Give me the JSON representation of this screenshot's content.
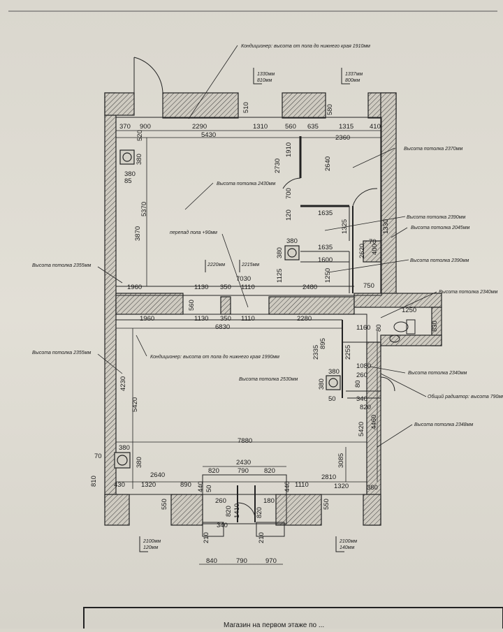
{
  "notes": {
    "ac_top": "Кондиционер: высота от пола до нижнего края 1910мм",
    "ac_mid": "Кондиционер: высота от пола до нижнего края 1990мм",
    "ceil_2370": "Высота потолка 2370мм",
    "ceil_2430": "Высота потолка 2430мм",
    "ceil_2390a": "Высота потолка 2390мм",
    "ceil_2045": "Высота потолка 2045мм",
    "ceil_2390b": "Высота потолка 2390мм",
    "ceil_2355a": "Высота потолка 2355мм",
    "ceil_2340a": "Высота потолка 2340мм",
    "ceil_2355b": "Высота потолка 2355мм",
    "ceil_2530": "Высота потолка 2530мм",
    "ceil_2340b": "Высота потолка 2340мм",
    "radiator": "Общий радиатор: высота 790мм",
    "ceil_2348": "Высота потолка 2348мм",
    "floor_step": "перепад пола +90мм",
    "title_block": "Магазин на первом этаже по ..."
  },
  "windows": {
    "w1": [
      "1330мм",
      "810мм"
    ],
    "w2": [
      "1337мм",
      "800мм"
    ],
    "w3": [
      "2220мм"
    ],
    "w4": [
      "2215мм"
    ],
    "w5": [
      "2100мм",
      "120мм"
    ],
    "w6": [
      "2100мм",
      "140мм"
    ]
  },
  "dims": {
    "d370": "370",
    "d900": "900",
    "d2290": "2290",
    "d510": "510",
    "d1310": "1310",
    "d580": "580",
    "d560a": "560",
    "d635": "635",
    "d1315": "1315",
    "d410": "410",
    "d5430": "5430",
    "d2360": "2360",
    "d520": "520",
    "d380a": "380",
    "d380b": "380",
    "d85": "85",
    "d5370": "5370",
    "d3870": "3870",
    "d1910": "1910",
    "d2730": "2730",
    "d2640": "2640",
    "d700": "700",
    "d120a": "120",
    "d1635a": "1635",
    "d1325": "1325",
    "d1330": "1330",
    "d380c": "380",
    "d380d": "380",
    "d1635b": "1635",
    "d2620": "2620",
    "d70a": "70",
    "d400": "400",
    "d1600": "1600",
    "d1125": "1125",
    "d1250": "1250",
    "d7030": "7030",
    "d1960a": "1960",
    "d1130a": "1130",
    "d350a": "350",
    "d1110a": "1110",
    "d2480": "2480",
    "d750": "750",
    "d560b": "560",
    "d1250b": "1250",
    "d1960b": "1960",
    "d1130b": "1130",
    "d350b": "350",
    "d1110b": "1110",
    "d2280": "2280",
    "d6830": "6830",
    "d1160": "1160",
    "d830": "830",
    "d80a": "80",
    "d2335": "2335",
    "d895": "895",
    "d2255": "2255",
    "d1080": "1080",
    "d260a": "260",
    "d380e": "380",
    "d380f": "380",
    "d80b": "80",
    "d50a": "50",
    "d340a": "340",
    "d820a": "820",
    "d4230": "4230",
    "d5420a": "5420",
    "d5420b": "5420",
    "d4460": "4460",
    "d7880": "7880",
    "d3085": "3085",
    "d380g": "380",
    "d380h": "380",
    "d70b": "70",
    "d2430": "2430",
    "d820b": "820",
    "d790a": "790",
    "d820c": "820",
    "d2640b": "2640",
    "d2810": "2810",
    "d810": "810",
    "d430": "430",
    "d1320a": "1320",
    "d890": "890",
    "d440a": "440",
    "d440b": "440",
    "d1110c": "1110",
    "d1320b": "1320",
    "d380i": "380",
    "d50b": "50",
    "d260b": "260",
    "d180": "180",
    "d550a": "550",
    "d550b": "550",
    "d820d": "820",
    "d1410": "1410",
    "d820e": "820",
    "d340b": "340",
    "d210a": "210",
    "d210b": "210",
    "d840": "840",
    "d790b": "790",
    "d970": "970"
  }
}
